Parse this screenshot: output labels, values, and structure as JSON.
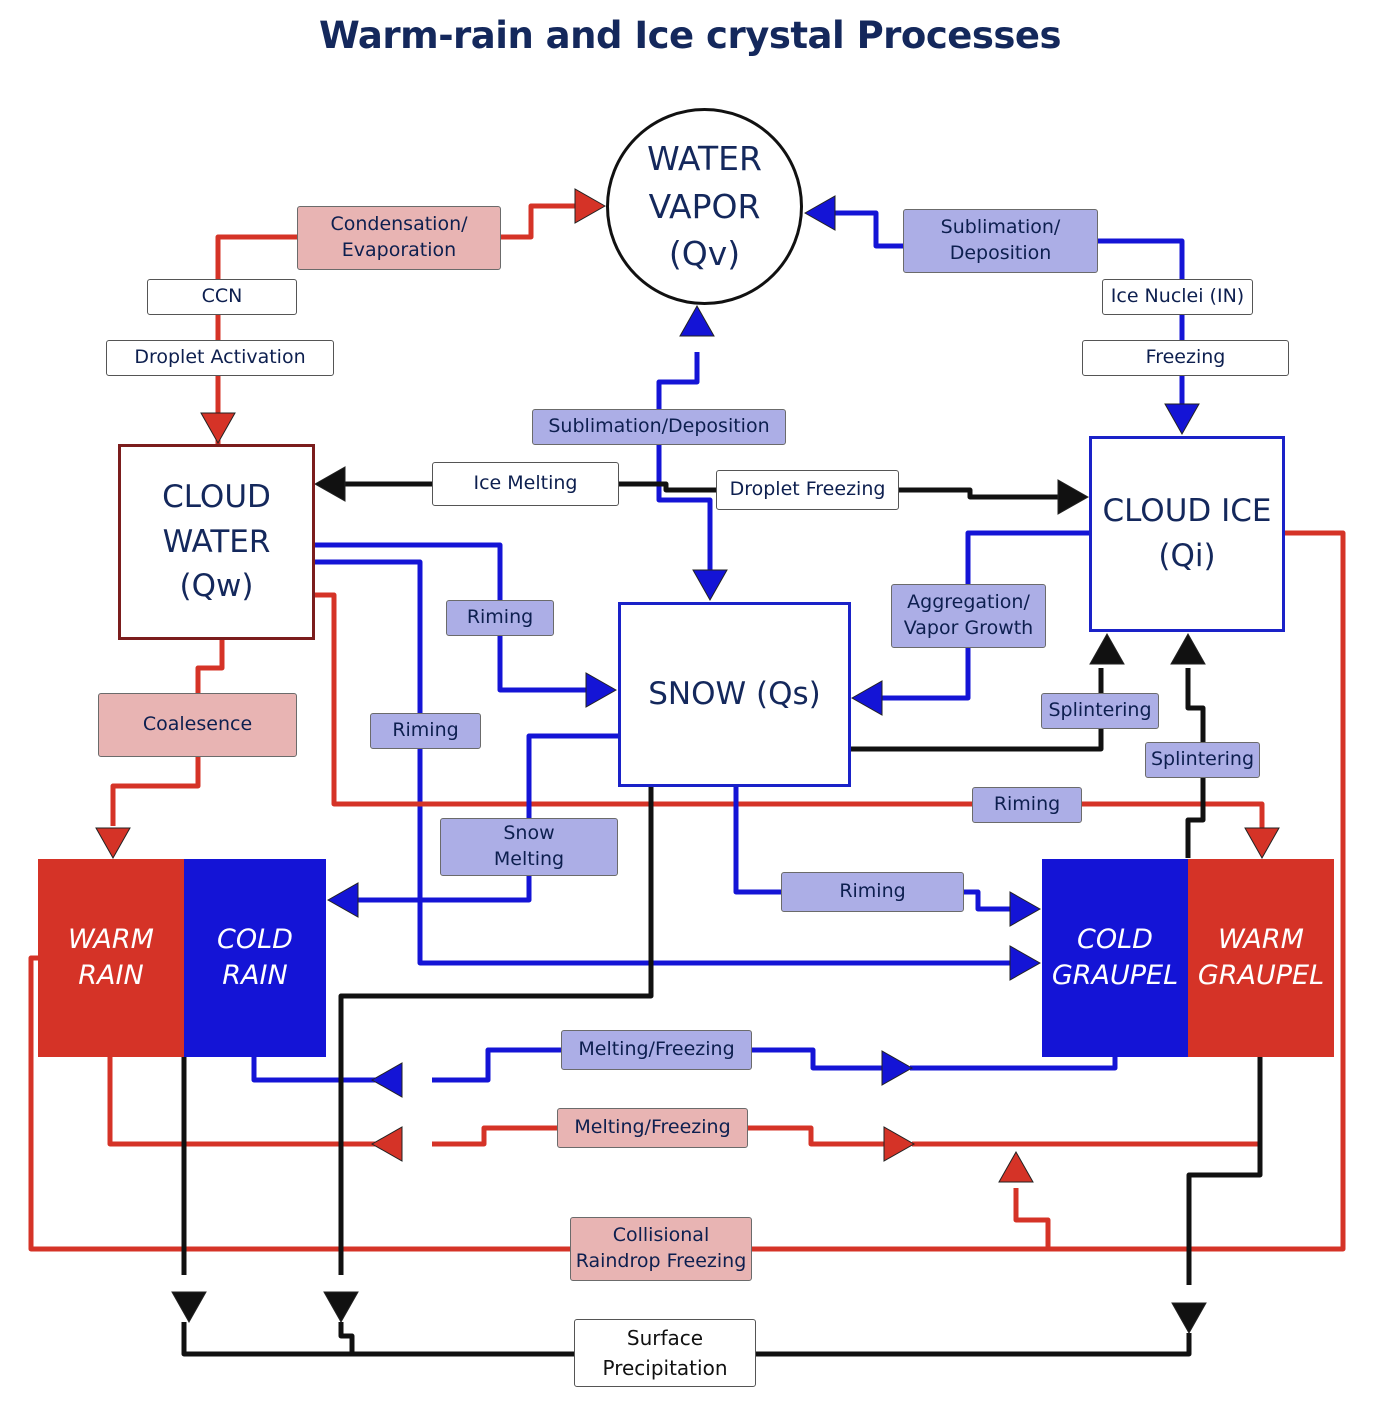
{
  "title": "Warm-rain and Ice crystal Processes",
  "nodes": {
    "water_vapor": "WATER\nVAPOR\n(Qv)",
    "cloud_water": "CLOUD\nWATER\n(Qw)",
    "cloud_ice": "CLOUD ICE\n(Qi)",
    "snow": "SNOW (Qs)",
    "warm_rain": "WARM\nRAIN",
    "cold_rain": "COLD\nRAIN",
    "cold_graupel": "COLD\nGRAUPEL",
    "warm_graupel": "WARM\nGRAUPEL",
    "surface_precip": "Surface\nPrecipitation"
  },
  "labels": {
    "condensation": "Condensation/\nEvaporation",
    "ccn": "CCN",
    "droplet_activation": "Droplet Activation",
    "sublimation_top": "Sublimation/\nDeposition",
    "ice_nuclei": "Ice Nuclei (IN)",
    "freezing": "Freezing",
    "sublimation_mid": "Sublimation/Deposition",
    "ice_melting": "Ice Melting",
    "droplet_freezing": "Droplet Freezing",
    "riming_1": "Riming",
    "riming_2": "Riming",
    "riming_3": "Riming",
    "riming_4": "Riming",
    "aggregation": "Aggregation/\nVapor Growth",
    "coalescence": "Coalesence",
    "splintering_1": "Splintering",
    "splintering_2": "Splintering",
    "snow_melting": "Snow\nMelting",
    "melting_freezing_blue": "Melting/Freezing",
    "melting_freezing_red": "Melting/Freezing",
    "collisional": "Collisional\nRaindrop Freezing"
  },
  "colors": {
    "warm": "#d53327",
    "cold": "#1414d6",
    "precip": "#111111",
    "pink_label": "#e8b4b3",
    "lavender_label": "#acaee6"
  }
}
